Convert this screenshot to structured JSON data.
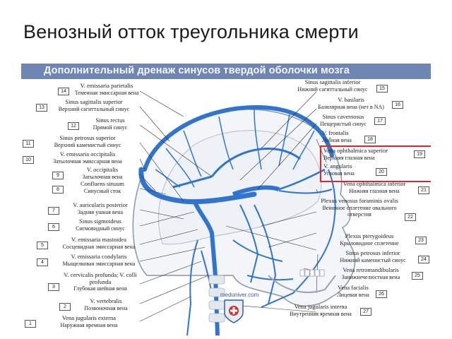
{
  "slide": {
    "title": "Венозный отток треугольника смерти"
  },
  "figure": {
    "banner": "Дополнительный дренаж синусов твердой оболочки мозга",
    "watermark": "meduniver.com",
    "colors": {
      "banner": "#6f86b3",
      "vein": "#2f74d0",
      "highlight": "#e0262a",
      "bone": "#d9dde3"
    },
    "left_labels": [
      {
        "num": "14",
        "lat": "V. emissaria parietalis",
        "ru": "Теменная эмиссарная вена"
      },
      {
        "num": "13",
        "lat": "Sinus sagittalis superior",
        "ru": "Верхний сагиттальный синус"
      },
      {
        "num": "12",
        "lat": "Sinus rectus",
        "ru": "Прямой синус"
      },
      {
        "num": "11",
        "lat": "Sinus petrosus superior",
        "ru": "Верхний каменистый синус"
      },
      {
        "num": "10",
        "lat": "V. emissaria occipitalis",
        "ru": "Затылочная эмиссарная вена"
      },
      {
        "num": "9",
        "lat": "V. occipitalis",
        "ru": "Затылочная вена"
      },
      {
        "num": "8",
        "lat": "Confluens sinuum",
        "ru": "Синусный сток"
      },
      {
        "num": "7",
        "lat": "V. auricularis posterior",
        "ru": "Задняя ушная вена"
      },
      {
        "num": "6",
        "lat": "Sinus sigmoideus",
        "ru": "Сигмовидный синус"
      },
      {
        "num": "5",
        "lat": "V. emissaria mastoidea",
        "ru": "Сосцевидная эмиссарная вена"
      },
      {
        "num": "4",
        "lat": "V. emissaria condylaris",
        "ru": "Мыщелковая эмиссарная вена"
      },
      {
        "num": "3",
        "lat": "V. cervicalis profunda; V. colli profunda",
        "ru": "Глубокая шейная вена"
      },
      {
        "num": "2",
        "lat": "V. vertebralis",
        "ru": "Позвоночная вена"
      },
      {
        "num": "1",
        "lat": "Vena jugularis externa",
        "ru": "Наружная яремная вена"
      }
    ],
    "right_labels": [
      {
        "num": "15",
        "lat": "Sinus sagittalis inferior",
        "ru": "Нижний сагиттальный синус"
      },
      {
        "num": "16",
        "lat": "V. basilaris",
        "ru": "Базилярная вена (нет в NA)"
      },
      {
        "num": "17",
        "lat": "Sinus cavernosus",
        "ru": "Пещеристый синус"
      },
      {
        "num": "18",
        "lat": "V. frontalis",
        "ru": "Лобная вена"
      },
      {
        "num": "19",
        "lat": "Vena ophthalmica superior",
        "ru": "Верхняя глазная вена"
      },
      {
        "num": "20",
        "lat": "V. angularis",
        "ru": "Угловая вена"
      },
      {
        "num": "21",
        "lat": "Vena ophthalmica inferior",
        "ru": "Нижняя глазная вена"
      },
      {
        "num": "22",
        "lat": "Plexus venosus foraminis ovalis",
        "ru": "Венозное сплетение овального отверстия"
      },
      {
        "num": "23",
        "lat": "Plexus pterygoideus",
        "ru": "Крыловидное сплетение"
      },
      {
        "num": "24",
        "lat": "Sinus petrosus inferior",
        "ru": "Нижний каменистый синус"
      },
      {
        "num": "25",
        "lat": "Vena retromandibularis",
        "ru": "Занижнечелюстная вена"
      },
      {
        "num": "26",
        "lat": "Vena facialis",
        "ru": "Лицевая вена"
      },
      {
        "num": "27",
        "lat": "Vena jugularis interna",
        "ru": "Внутренняя яремная вена"
      }
    ]
  }
}
